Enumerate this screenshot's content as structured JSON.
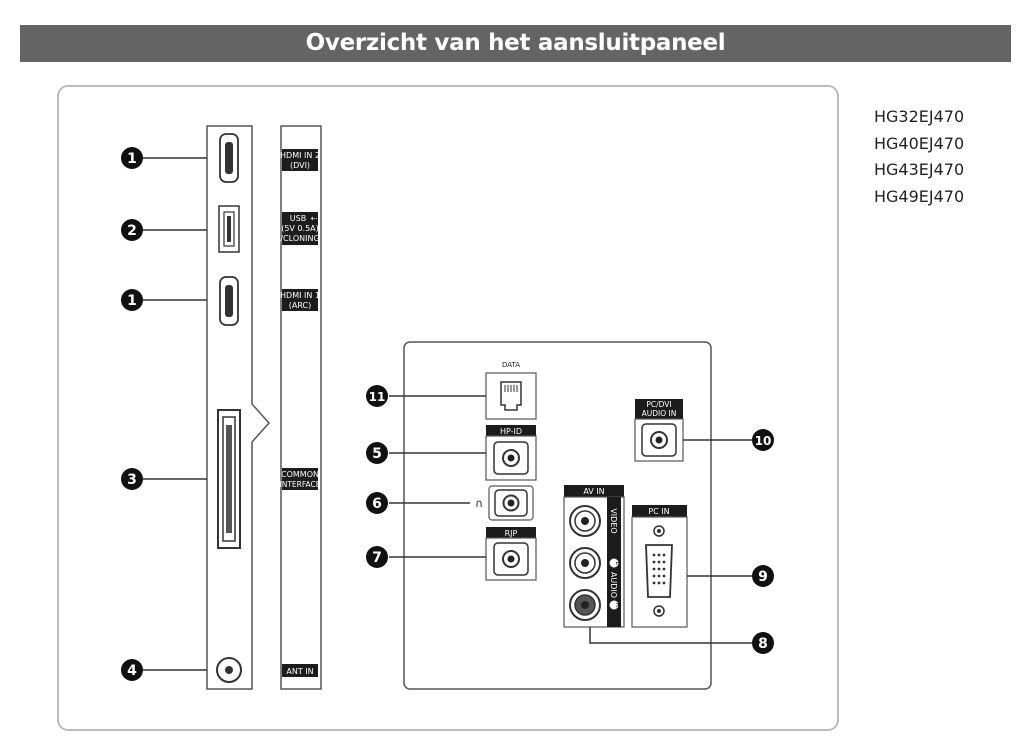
{
  "header": {
    "title": "Overzicht van het aansluitpaneel"
  },
  "models": [
    "HG32EJ470",
    "HG40EJ470",
    "HG43EJ470",
    "HG49EJ470"
  ],
  "colors": {
    "header_bg": "#646464",
    "header_text": "#ffffff",
    "line": "#333333",
    "border": "#bbbbbb"
  },
  "callouts": {
    "n1": "1",
    "n2": "2",
    "n3": "3",
    "n4": "4",
    "n5": "5",
    "n6": "6",
    "n7": "7",
    "n8": "8",
    "n9": "9",
    "n10": "10",
    "n11": "11"
  },
  "side_labels": {
    "hdmi2_l1": "HDMI IN 2",
    "hdmi2_l2": "(DVI)",
    "usb_l1": "USB",
    "usb_l2": "(5V 0.5A)",
    "usb_l3": "/CLONING",
    "hdmi1_l1": "HDMI IN 1",
    "hdmi1_l2": "(ARC)",
    "ci_l1": "COMMON",
    "ci_l2": "INTERFACE",
    "ant": "ANT IN"
  },
  "rear_labels": {
    "data": "DATA",
    "hpid": "HP-ID",
    "rjp": "RJP",
    "avin": "AV IN",
    "video": "VIDEO",
    "audio": "AUDIO",
    "l": "L",
    "r": "R",
    "pcin": "PC IN",
    "pcdvi_l1": "PC/DVI",
    "pcdvi_l2": "AUDIO IN"
  }
}
